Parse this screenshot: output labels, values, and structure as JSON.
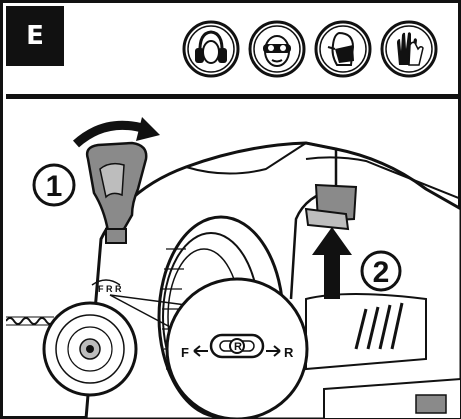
{
  "panel": {
    "step_letter": "E"
  },
  "ppe_icons": [
    {
      "icon": "ear-protection-icon"
    },
    {
      "icon": "eye-protection-icon"
    },
    {
      "icon": "dust-mask-icon"
    },
    {
      "icon": "gloves-icon"
    }
  ],
  "illustration": {
    "step1_number": "1",
    "step2_number": "2",
    "switch_left": "F",
    "switch_center": "R",
    "switch_right": "R",
    "switch_top_small": "F R R"
  },
  "colors": {
    "ink": "#111111",
    "shade": "#8a8a8a",
    "light_shade": "#bdbdbd"
  }
}
